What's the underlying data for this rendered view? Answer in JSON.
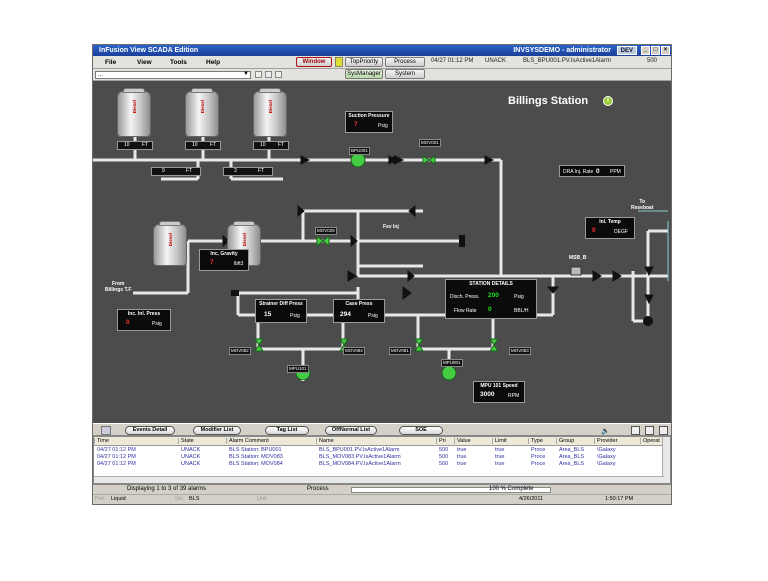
{
  "window": {
    "title": "InFusion View SCADA Edition",
    "user": "INVSYSDEMO - administrator",
    "badge": "DEV"
  },
  "menu": [
    "File",
    "View",
    "Tools",
    "Help"
  ],
  "toolbar": {
    "window_btn": "Window",
    "toppriority_btn": "TopPriority",
    "process_btn": "Process",
    "sysmanager_btn": "SysManager",
    "system_btn": "System",
    "alarm_time": "04/27 01:12 PM",
    "alarm_state": "UNACK",
    "alarm_text": "BLS_BPU001.PV.IsActive1Alarm",
    "alarm_pri": "500"
  },
  "dropdown_value": "...",
  "station": {
    "title": "Billings Station"
  },
  "tanks": [
    {
      "label": "Diesel",
      "level": "10",
      "unit": "FT"
    },
    {
      "label": "Diesel",
      "level": "10",
      "unit": "FT"
    },
    {
      "label": "Diesel",
      "level": "10",
      "unit": "FT"
    },
    {
      "label": "Diesel",
      "level": "9",
      "unit": "FT"
    },
    {
      "label": "Diesel",
      "level": "3",
      "unit": "FT"
    }
  ],
  "panels": {
    "suction": {
      "title": "Suction Pressure",
      "value": "7",
      "unit": "Psig"
    },
    "dra": {
      "title": "DRA Inj. Rate",
      "value": "0",
      "unit": "PPM"
    },
    "inlet_temp": {
      "title": "Inl. Temp",
      "value": "0",
      "unit": "DEGF"
    },
    "inc_gravity": {
      "title": "Inc. Gravity",
      "value": "7",
      "unit": "lbft3"
    },
    "inc_inl_press": {
      "title": "Inc. Inl. Press",
      "value": "0",
      "unit": "Psig"
    },
    "strainer": {
      "title": "Strainer Diff Press",
      "value": "15",
      "unit": "Psig"
    },
    "case_press": {
      "title": "Case Press",
      "value": "294",
      "unit": "Psig"
    },
    "station_details": {
      "title": "STATION DETAILS",
      "disch_label": "Disch. Press.",
      "disch_value": "200",
      "disch_unit": "Psig",
      "flow_label": "Flow Rate",
      "flow_value": "0",
      "flow_unit": "BBL/H"
    },
    "mpu_speed": {
      "title": "MPU 101 Speed",
      "value": "3000",
      "unit": "RPM"
    }
  },
  "tags": {
    "bpu001": "BPU001",
    "mov001": "MOV001",
    "mov026": "MOV026",
    "fsv": "Fsv Inj",
    "mov082": "MOV082",
    "mov084": "MOV084",
    "mov081": "MOV081",
    "mov083": "MOV083",
    "mpu101": "MPU101",
    "mpu001": "MPU001",
    "msb": "MSB_B",
    "from_billings": "From\nBillings T.F",
    "to_reseboat": "To\nReseboat"
  },
  "bottom_tabs": [
    "Events Detail",
    "Modifier List",
    "Tag List",
    "OffNormal List",
    "SOE"
  ],
  "grid": {
    "columns": [
      "Time",
      "State",
      "Alarm Comment",
      "Name",
      "Pri",
      "Value",
      "Limit",
      "Type",
      "Group",
      "Provider",
      "Operat"
    ],
    "rows": [
      [
        "04/27 01:12 PM",
        "UNACK",
        "BLS Station: BPU001",
        "BLS_BPU001.PV.IsActive1Alarm",
        "500",
        "true",
        "true",
        "Proce",
        "Area_BLS",
        "\\Galaxy"
      ],
      [
        "04/27 01:12 PM",
        "UNACK",
        "BLS Station: MOV083",
        "BLS_MOV083.PV.IsActive1Alarm",
        "500",
        "true",
        "true",
        "Proce",
        "Area_BLS",
        "\\Galaxy"
      ],
      [
        "04/27 01:12 PM",
        "UNACK",
        "BLS Station: MOV084",
        "BLS_MOV084.PV.IsActive1Alarm",
        "500",
        "true",
        "true",
        "Proce",
        "Area_BLS",
        "\\Galaxy"
      ]
    ]
  },
  "status": {
    "displaying": "Displaying 1 to 3 of 39 alarms",
    "mode": "Process",
    "progress": "100 % Complete",
    "progress_fraction": 1.0,
    "product_label": "Prd.",
    "product": "Liquid",
    "loc_label": "Stn.",
    "loc": "BLS",
    "unit_label": "Unit",
    "date": "4/26/2011",
    "time": "1:50:17 PM"
  },
  "colors": {
    "canvas_bg": "#4c4c4c",
    "pump_green": "#3fbf3f",
    "value_red": "#ff2020",
    "value_green": "#20e020"
  }
}
